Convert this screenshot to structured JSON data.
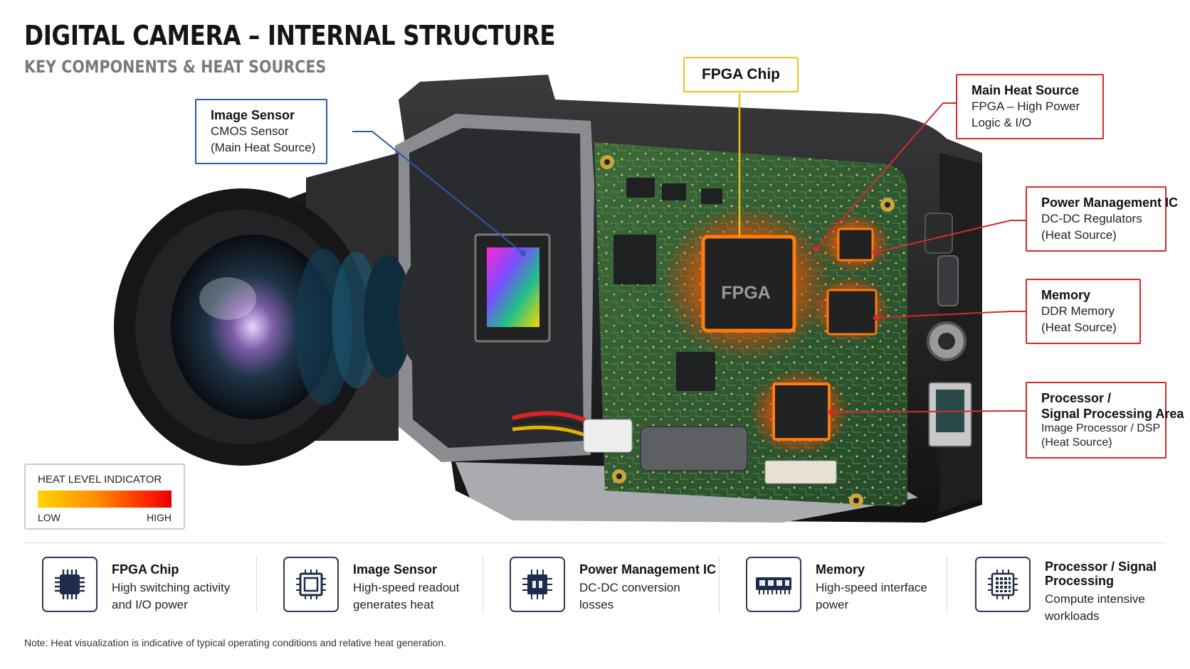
{
  "title": "DIGITAL CAMERA – INTERNAL STRUCTURE",
  "subtitle": "KEY COMPONENTS & HEAT SOURCES",
  "chip_text": "FPGA",
  "callouts": {
    "fpga_chip": {
      "heading": "FPGA Chip"
    },
    "image_sensor": {
      "heading": "Image Sensor",
      "line1": "CMOS Sensor",
      "line2": "(Main Heat Source)"
    },
    "main_heat": {
      "heading": "Main Heat Source",
      "line1": "FPGA – High Power",
      "line2": "Logic & I/O"
    },
    "power_ic": {
      "heading": "Power Management IC",
      "line1": "DC-DC Regulators",
      "line2": "(Heat Source)"
    },
    "memory": {
      "heading": "Memory",
      "line1": "DDR Memory",
      "line2": "(Heat Source)"
    },
    "processor": {
      "heading1": "Processor /",
      "heading2": "Signal Processing Area",
      "line1": "Image Processor / DSP",
      "line2": "(Heat Source)"
    }
  },
  "heat_indicator": {
    "title": "HEAT LEVEL INDICATOR",
    "low": "LOW",
    "high": "HIGH"
  },
  "legend": [
    {
      "icon": "fpga-chip-icon",
      "title": "FPGA Chip",
      "line1": "High switching activity",
      "line2": "and I/O power"
    },
    {
      "icon": "image-sensor-icon",
      "title": "Image Sensor",
      "line1": "High-speed readout",
      "line2": "generates heat"
    },
    {
      "icon": "power-ic-icon",
      "title": "Power Management IC",
      "line1": "DC-DC conversion",
      "line2": "losses"
    },
    {
      "icon": "memory-icon",
      "title": "Memory",
      "line1": "High-speed interface",
      "line2": "power"
    },
    {
      "icon": "processor-icon",
      "title1": "Processor / Signal",
      "title2": "Processing",
      "line1": "Compute intensive",
      "line2": "workloads"
    }
  ],
  "note": "Note: Heat visualization is indicative of typical operating conditions and relative heat generation.",
  "colors": {
    "heat_callout": "#d62a2a",
    "sensor_callout": "#2c5aa8",
    "fpga_callout": "#f2c21b",
    "pcb": "#2f5a32",
    "glow": "#ff6a00"
  }
}
